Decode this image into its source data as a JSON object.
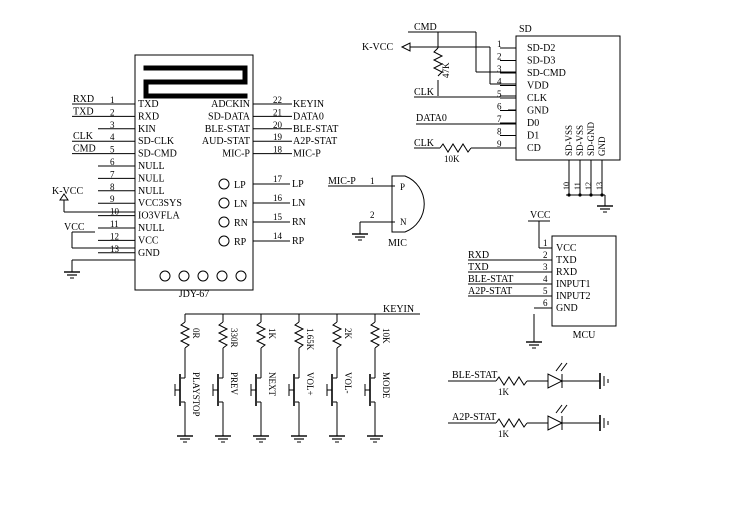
{
  "module": {
    "name": "JDY-67",
    "left_pins": [
      {
        "num": "1",
        "name": "TXD",
        "net": "RXD"
      },
      {
        "num": "2",
        "name": "RXD",
        "net": "TXD"
      },
      {
        "num": "3",
        "name": "KIN",
        "net": ""
      },
      {
        "num": "4",
        "name": "SD-CLK",
        "net": "CLK"
      },
      {
        "num": "5",
        "name": "SD-CMD",
        "net": "CMD"
      },
      {
        "num": "6",
        "name": "NULL",
        "net": ""
      },
      {
        "num": "7",
        "name": "NULL",
        "net": ""
      },
      {
        "num": "8",
        "name": "NULL",
        "net": ""
      },
      {
        "num": "9",
        "name": "VCC3SYS",
        "net": ""
      },
      {
        "num": "10",
        "name": "IO3VFLA",
        "net": ""
      },
      {
        "num": "11",
        "name": "NULL",
        "net": ""
      },
      {
        "num": "12",
        "name": "VCC",
        "net": ""
      },
      {
        "num": "13",
        "name": "GND",
        "net": ""
      }
    ],
    "right_pins": [
      {
        "num": "22",
        "name": "ADCKIN",
        "net": "KEYIN"
      },
      {
        "num": "21",
        "name": "SD-DATA",
        "net": "DATA0"
      },
      {
        "num": "20",
        "name": "BLE-STAT",
        "net": "BLE-STAT"
      },
      {
        "num": "19",
        "name": "AUD-STAT",
        "net": "A2P-STAT"
      },
      {
        "num": "18",
        "name": "MIC-P",
        "net": "MIC-P"
      }
    ],
    "pad_pins": [
      {
        "num": "17",
        "name": "LP",
        "net": "LP"
      },
      {
        "num": "16",
        "name": "LN",
        "net": "LN"
      },
      {
        "num": "15",
        "name": "RN",
        "net": "RN"
      },
      {
        "num": "14",
        "name": "RP",
        "net": "RP"
      }
    ],
    "kvcc": "K-VCC",
    "vcc": "VCC"
  },
  "sd": {
    "name": "SD",
    "pins": [
      {
        "num": "1",
        "name": "SD-D2"
      },
      {
        "num": "2",
        "name": "SD-D3"
      },
      {
        "num": "3",
        "name": "SD-CMD"
      },
      {
        "num": "4",
        "name": "VDD"
      },
      {
        "num": "5",
        "name": "CLK"
      },
      {
        "num": "6",
        "name": "GND"
      },
      {
        "num": "7",
        "name": "D0"
      },
      {
        "num": "8",
        "name": "D1"
      },
      {
        "num": "9",
        "name": "CD"
      }
    ],
    "bottom_pins": [
      {
        "num": "10",
        "name": "SD-VSS"
      },
      {
        "num": "11",
        "name": "SD-VSS"
      },
      {
        "num": "12",
        "name": "SD-GND"
      },
      {
        "num": "13",
        "name": "GND"
      }
    ],
    "cmd": "CMD",
    "kvcc": "K-VCC",
    "pullup": "47K",
    "clk1": "CLK",
    "data0": "DATA0",
    "clk2": "CLK",
    "clk_res": "10K"
  },
  "mic": {
    "net": "MIC-P",
    "pin1": "1",
    "pin2": "2",
    "p": "P",
    "n": "N",
    "name": "MIC"
  },
  "mcu": {
    "name": "MCU",
    "vcc": "VCC",
    "pins": [
      {
        "num": "1",
        "name": "VCC",
        "net": ""
      },
      {
        "num": "2",
        "name": "TXD",
        "net": "RXD"
      },
      {
        "num": "3",
        "name": "RXD",
        "net": "TXD"
      },
      {
        "num": "4",
        "name": "INPUT1",
        "net": "BLE-STAT"
      },
      {
        "num": "5",
        "name": "INPUT2",
        "net": "A2P-STAT"
      },
      {
        "num": "6",
        "name": "GND",
        "net": ""
      }
    ]
  },
  "keys": {
    "net": "KEYIN",
    "items": [
      {
        "res": "0R",
        "label": "PLAYSTOP"
      },
      {
        "res": "330R",
        "label": "PREV"
      },
      {
        "res": "1K",
        "label": "NEXT"
      },
      {
        "res": "1.65K",
        "label": "VOL+"
      },
      {
        "res": "2K",
        "label": "VOL-"
      },
      {
        "res": "10K",
        "label": "MODE"
      }
    ]
  },
  "leds": [
    {
      "net": "BLE-STAT",
      "res": "1K"
    },
    {
      "net": "A2P-STAT",
      "res": "1K"
    }
  ]
}
